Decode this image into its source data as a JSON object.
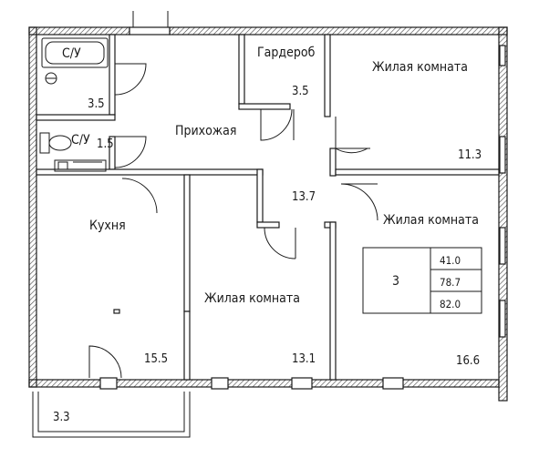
{
  "rooms": {
    "bath1": {
      "name": "С/У",
      "area": "3.5"
    },
    "bath2": {
      "name": "С/У",
      "area": "1.5"
    },
    "wardrobe": {
      "name": "Гардероб",
      "area": "3.5"
    },
    "hall": {
      "name": "Прихожая",
      "area": "13.7"
    },
    "living1": {
      "name": "Жилая комната",
      "area": "11.3"
    },
    "living2": {
      "name": "Жилая комната",
      "area": "16.6"
    },
    "living3": {
      "name": "Жилая комната",
      "area": "13.1"
    },
    "kitchen": {
      "name": "Кухня",
      "area": "15.5"
    },
    "balcony": {
      "area": "3.3"
    }
  },
  "info": {
    "rooms_count": "3",
    "living_area": "41.0",
    "total_area": "78.7",
    "total_with_balcony": "82.0"
  }
}
